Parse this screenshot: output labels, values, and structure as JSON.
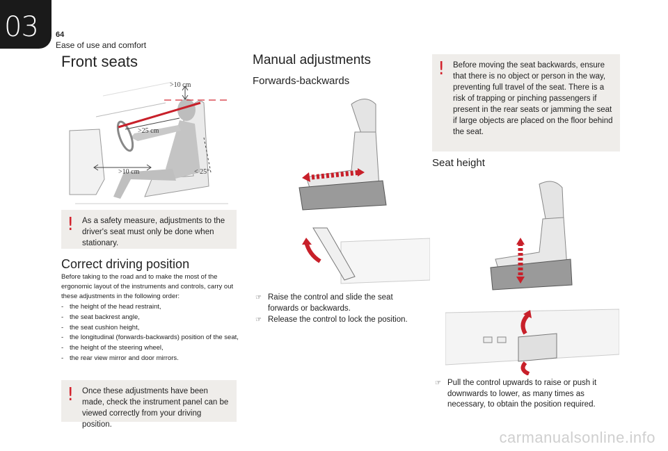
{
  "chapter": {
    "number": "03",
    "page_number": "64",
    "title": "Ease of use and comfort"
  },
  "left": {
    "title": "Front seats",
    "figure_labels": {
      "head_clearance": ">10 cm",
      "arm_distance": ">25 cm",
      "knee_distance": ">10 cm",
      "backrest_angle": "< 25°"
    },
    "warning_stationary": "As a safety measure, adjustments to the driver's seat must only be done when stationary.",
    "position_title": "Correct driving position",
    "position_intro": "Before taking to the road and to make the most of the ergonomic layout of the instruments and controls, carry out these adjustments in the following order:",
    "position_items": [
      "the height of the head restraint,",
      "the seat backrest angle,",
      "the seat cushion height,",
      "the longitudinal (forwards-backwards) position of the seat,",
      "the height of the steering wheel,",
      "the rear view mirror and door mirrors."
    ],
    "warning_panel": "Once these adjustments have been made, check the instrument panel can be viewed correctly from your driving position."
  },
  "middle": {
    "title": "Manual adjustments",
    "subtitle": "Forwards-backwards",
    "steps": [
      "Raise the control and slide the seat forwards or backwards.",
      "Release the control to lock the position."
    ]
  },
  "right": {
    "warning_rear": "Before moving the seat backwards, ensure that there is no object or person in the way, preventing full travel of the seat. There is a risk of trapping or pinching passengers if present in the rear seats or jamming the seat if large objects are placed on the floor behind the seat.",
    "subtitle": "Seat height",
    "steps": [
      "Pull the control upwards to raise or push it downwards to lower, as many times as necessary, to obtain the position required."
    ]
  },
  "icons": {
    "warning": "exclamation-icon",
    "step": "arrow-bullet-icon"
  },
  "colors": {
    "warning_mark": "#d3232d",
    "warning_bg": "#efedea",
    "arrow_red": "#c8202a"
  },
  "watermark": "carmanualsonline.info"
}
